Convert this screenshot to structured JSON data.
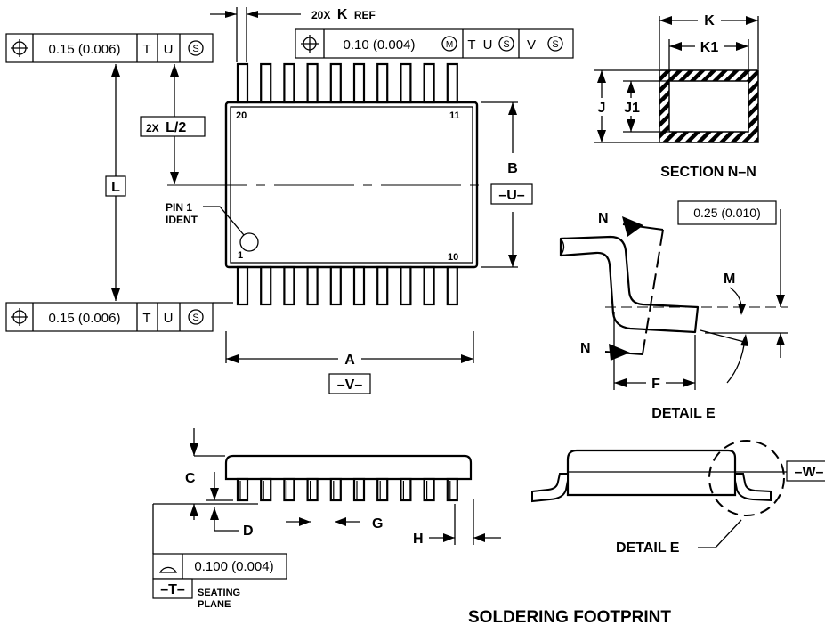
{
  "top_view": {
    "pin_label_20": "20",
    "pin_label_11": "11",
    "pin_label_1": "1",
    "pin_label_10": "10",
    "pin1_ident_line1": "PIN 1",
    "pin1_ident_line2": "IDENT",
    "kref_count": "20X",
    "kref_letter": "K",
    "kref_suffix": "REF",
    "l_half_count": "2X",
    "l_half_label": "L/2",
    "dim_L": "L",
    "dim_B": "B",
    "datum_U": "–U–",
    "dim_A": "A",
    "datum_V": "–V–",
    "fcf_top_left": {
      "tol": "0.15 (0.006)",
      "d1": "T",
      "d2": "U",
      "mod": "S"
    },
    "fcf_top_right": {
      "tol": "0.10 (0.004)",
      "tolmod": "M",
      "d1": "T",
      "d2": "U",
      "mod1": "S",
      "d3": "V",
      "mod2": "S"
    },
    "fcf_bottom_left": {
      "tol": "0.15 (0.006)",
      "d1": "T",
      "d2": "U",
      "mod": "S"
    }
  },
  "section": {
    "dim_K": "K",
    "dim_K1": "K1",
    "dim_J": "J",
    "dim_J1": "J1",
    "title": "SECTION N–N"
  },
  "detail": {
    "n_top": "N",
    "n_bottom": "N",
    "tol_box": "0.25 (0.010)",
    "dim_M": "M",
    "dim_F": "F",
    "title": "DETAIL E"
  },
  "side_view": {
    "dim_C": "C",
    "dim_D": "D",
    "dim_G": "G",
    "dim_H": "H",
    "flatness_tol": "0.100 (0.004)",
    "datum_T": "–T–",
    "seating_line1": "SEATING",
    "seating_line2": "PLANE"
  },
  "end_view": {
    "datum_W": "–W–",
    "detail_ref": "DETAIL E"
  },
  "footer": {
    "title": "SOLDERING FOOTPRINT"
  }
}
